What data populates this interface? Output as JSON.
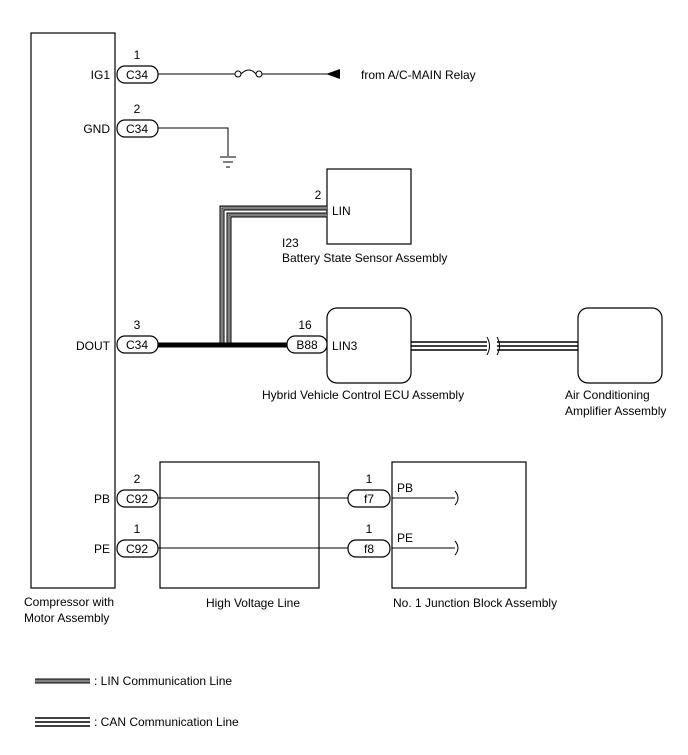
{
  "compressor": {
    "label_line1": "Compressor with",
    "label_line2": "Motor Assembly",
    "pins": {
      "ig1": {
        "name": "IG1",
        "number": "1",
        "connector": "C34"
      },
      "gnd": {
        "name": "GND",
        "number": "2",
        "connector": "C34"
      },
      "dout": {
        "name": "DOUT",
        "number": "3",
        "connector": "C34"
      },
      "pb": {
        "name": "PB",
        "number": "2",
        "connector": "C92"
      },
      "pe": {
        "name": "PE",
        "number": "1",
        "connector": "C92"
      }
    }
  },
  "relay_source": "from A/C-MAIN Relay",
  "battery_sensor": {
    "code": "I23",
    "name": "Battery State Sensor Assembly",
    "pin_number": "2",
    "pin_name": "LIN"
  },
  "hv_ecu": {
    "name": "Hybrid Vehicle Control ECU Assembly",
    "pin_number": "16",
    "connector": "B88",
    "pin_name": "LIN3"
  },
  "ac_amplifier": {
    "line1": "Air Conditioning",
    "line2": "Amplifier Assembly"
  },
  "high_voltage_line": "High Voltage Line",
  "junction_block": {
    "name": "No. 1 Junction Block Assembly",
    "pb": {
      "number": "1",
      "connector": "f7",
      "name": "PB"
    },
    "pe": {
      "number": "1",
      "connector": "f8",
      "name": "PE"
    }
  },
  "legend": {
    "lin": ": LIN Communication Line",
    "can": ": CAN Communication Line"
  }
}
